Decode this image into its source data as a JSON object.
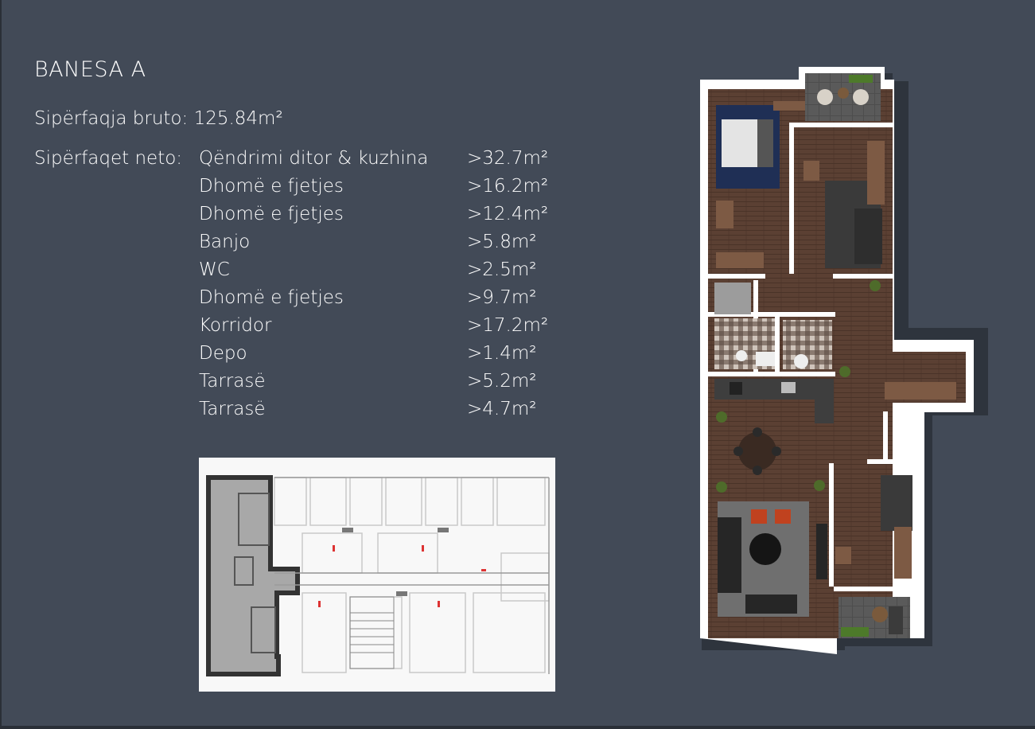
{
  "title": "BANESA  A",
  "gross": {
    "label": "Sipërfaqja bruto:",
    "value": "125.84m²"
  },
  "net": {
    "label": "Sipërfaqet neto:",
    "rooms": [
      {
        "name": "Qëndrimi ditor & kuzhina",
        "value": ">32.7m²"
      },
      {
        "name": "Dhomë e fjetjes",
        "value": ">16.2m²"
      },
      {
        "name": "Dhomë e fjetjes",
        "value": ">12.4m²"
      },
      {
        "name": "Banjo",
        "value": ">5.8m²"
      },
      {
        "name": "WC",
        "value": ">2.5m²"
      },
      {
        "name": "Dhomë e fjetjes",
        "value": ">9.7m²"
      },
      {
        "name": "Korridor",
        "value": ">17.2m²"
      },
      {
        "name": "Depo",
        "value": ">1.4m²"
      },
      {
        "name": "Tarrasë",
        "value": ">5.2m²"
      },
      {
        "name": "Tarrasë",
        "value": ">4.7m²"
      }
    ]
  },
  "colors": {
    "background": "#424a57",
    "text": "#ffffff",
    "wood_floor": "#5b4033",
    "highlight_unit": "#a8a8a8"
  }
}
